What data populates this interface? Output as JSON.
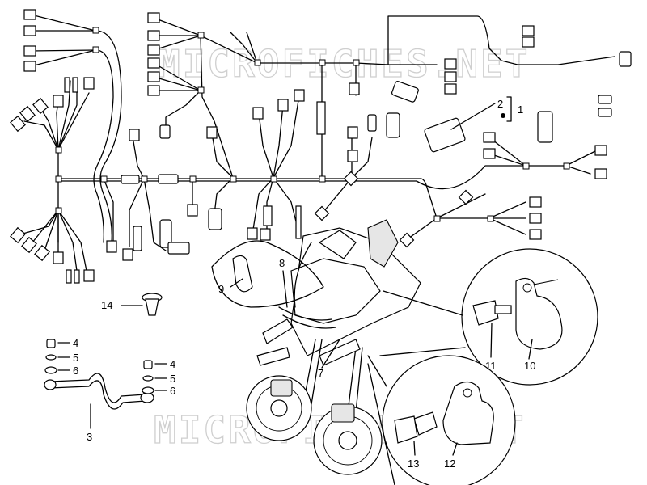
{
  "watermark": "MICROFICHES.NET",
  "callouts": {
    "c1": "1",
    "c2": "2",
    "c3": "3",
    "c4a": "4",
    "c4b": "4",
    "c5a": "5",
    "c5b": "5",
    "c6a": "6",
    "c6b": "6",
    "c7": "7",
    "c8": "8",
    "c9": "9",
    "c10": "10",
    "c11": "11",
    "c12": "12",
    "c13": "13",
    "c14": "14"
  },
  "colors": {
    "line": "#000000",
    "watermark": "#cfcfcf",
    "background": "#ffffff"
  }
}
